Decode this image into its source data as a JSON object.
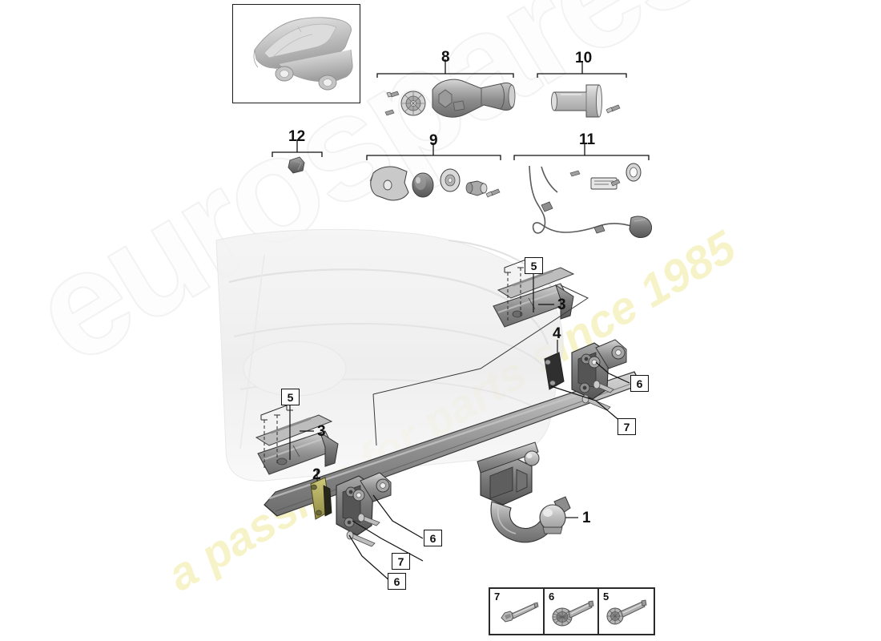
{
  "diagram": {
    "title": "Trailer hitch / tow bar exploded parts diagram",
    "vehicle_thumbnail_alt": "Porsche Panamera"
  },
  "watermark": {
    "brand": "eurospares",
    "tagline": "a passion for parts since 1985",
    "brand_color": "#fdfdfd",
    "tagline_color": "#f7f3c9"
  },
  "group_brackets": [
    {
      "id": "group-8",
      "label": "8"
    },
    {
      "id": "group-9",
      "label": "9"
    },
    {
      "id": "group-10",
      "label": "10"
    },
    {
      "id": "group-11",
      "label": "11"
    },
    {
      "id": "group-12",
      "label": "12"
    }
  ],
  "callouts": [
    {
      "id": "callout-1",
      "label": "1",
      "style": "plain",
      "target": "tow-ball"
    },
    {
      "id": "callout-2",
      "label": "2",
      "style": "plain",
      "target": "left-end-plate"
    },
    {
      "id": "callout-3-left",
      "label": "3",
      "style": "plain",
      "target": "left-shim-plate"
    },
    {
      "id": "callout-3-right",
      "label": "3",
      "style": "plain",
      "target": "right-shim-plate"
    },
    {
      "id": "callout-4",
      "label": "4",
      "style": "plain",
      "target": "right-end-plate"
    },
    {
      "id": "callout-5-left",
      "label": "5",
      "style": "boxed",
      "target": "left-shim-bolts"
    },
    {
      "id": "callout-5-right",
      "label": "5",
      "style": "boxed",
      "target": "right-shim-bolts"
    },
    {
      "id": "callout-6-right",
      "label": "6",
      "style": "boxed",
      "target": "right-pivot-bolt"
    },
    {
      "id": "callout-7-right",
      "label": "7",
      "style": "boxed",
      "target": "right-lower-bolt"
    },
    {
      "id": "callout-6-left-upper",
      "label": "6",
      "style": "boxed",
      "target": "left-pivot-bolt"
    },
    {
      "id": "callout-7-left",
      "label": "7",
      "style": "boxed",
      "target": "left-lower-bolt"
    },
    {
      "id": "callout-6-left-lower",
      "label": "6",
      "style": "boxed",
      "target": "left-bracket-bolt"
    }
  ],
  "legend": {
    "cells": [
      {
        "number": "7",
        "icon": "bolt-hex-long-icon"
      },
      {
        "number": "6",
        "icon": "bolt-flange-serrated-icon"
      },
      {
        "number": "5",
        "icon": "bolt-flange-short-icon"
      }
    ]
  }
}
